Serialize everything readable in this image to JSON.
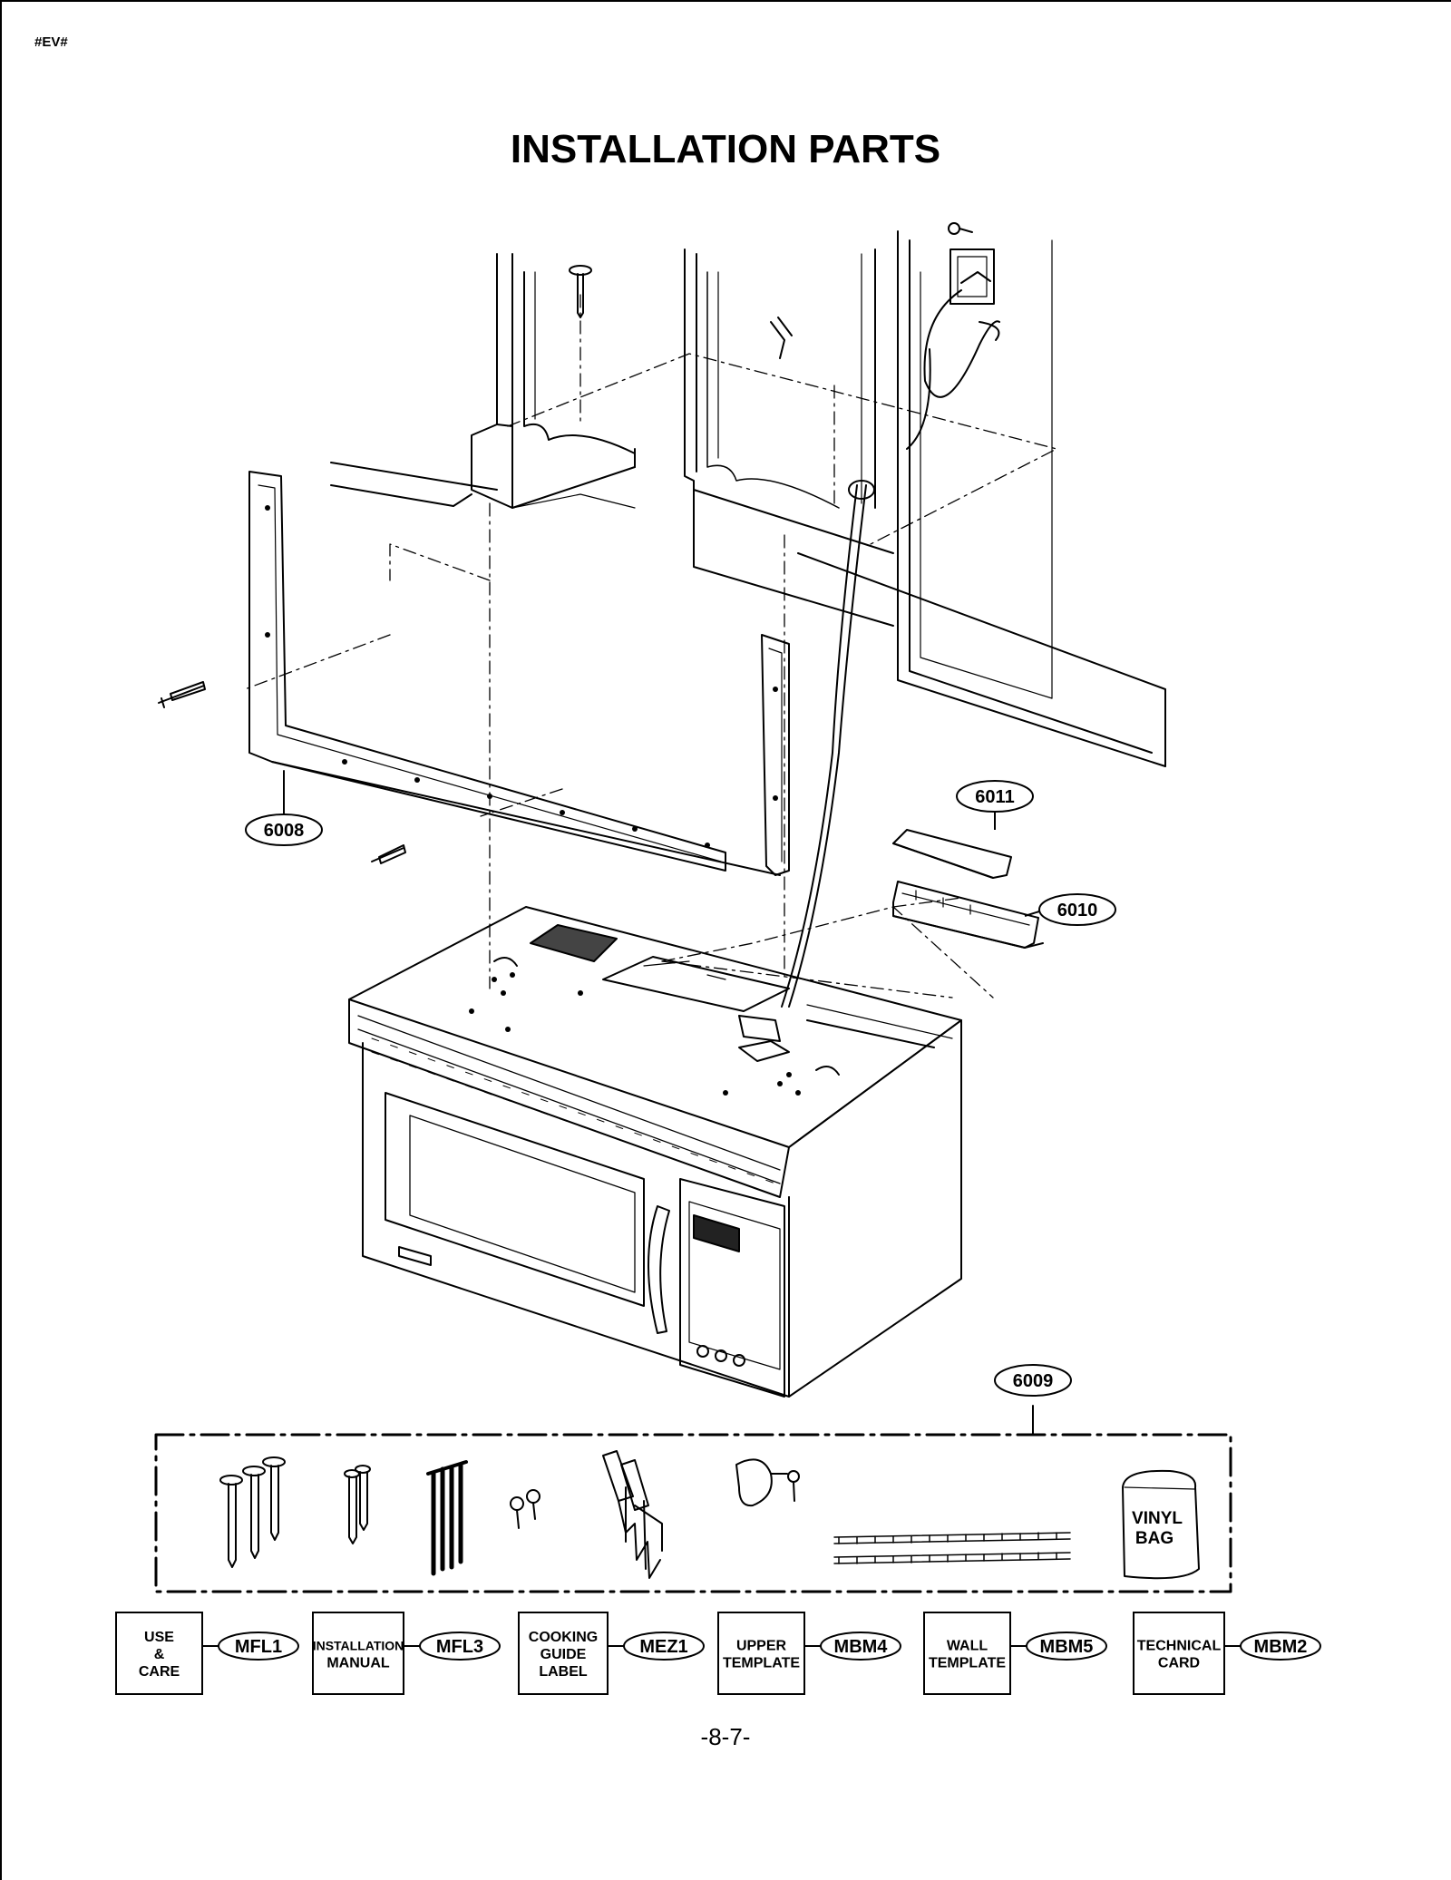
{
  "page": {
    "header_tag": "#EV#",
    "title": "INSTALLATION PARTS",
    "page_number": "-8-7-"
  },
  "callouts": {
    "mounting_plate": "6008",
    "hardware_kit": "6009",
    "damper_box": "6010",
    "damper_cover": "6011"
  },
  "hardware_kit": {
    "vinyl_bag_line1": "VINYL",
    "vinyl_bag_line2": "BAG"
  },
  "documents": [
    {
      "lines": [
        "USE",
        "&",
        "CARE"
      ],
      "code": "MFL1"
    },
    {
      "lines": [
        "INSTALLATION",
        "MANUAL"
      ],
      "code": "MFL3"
    },
    {
      "lines": [
        "COOKING",
        "GUIDE",
        "LABEL"
      ],
      "code": "MEZ1"
    },
    {
      "lines": [
        "UPPER",
        "TEMPLATE"
      ],
      "code": "MBM4"
    },
    {
      "lines": [
        "WALL",
        "TEMPLATE"
      ],
      "code": "MBM5"
    },
    {
      "lines": [
        "TECHNICAL",
        "CARD"
      ],
      "code": "MBM2"
    }
  ]
}
